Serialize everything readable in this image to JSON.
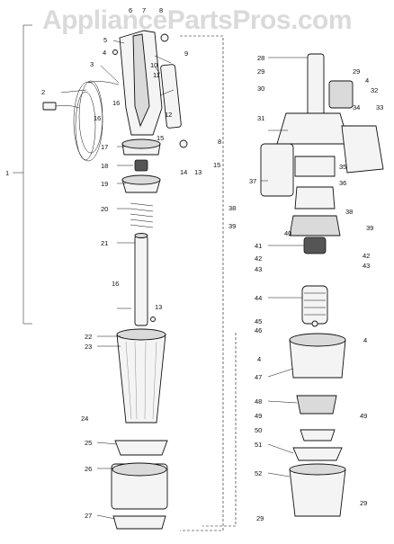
{
  "watermark": "AppliancePartsPros.com",
  "labels": [
    "1",
    "2",
    "3",
    "4",
    "5",
    "6",
    "7",
    "8",
    "9",
    "10",
    "11",
    "12",
    "13",
    "14",
    "15",
    "16",
    "17",
    "18",
    "19",
    "20",
    "21",
    "22",
    "23",
    "24",
    "25",
    "26",
    "27",
    "28",
    "29",
    "30",
    "31",
    "32",
    "33",
    "34",
    "35",
    "36",
    "37",
    "38",
    "39",
    "40",
    "41",
    "42",
    "43",
    "44",
    "45",
    "46",
    "47",
    "48",
    "49",
    "50",
    "51",
    "52"
  ],
  "colors": {
    "ink": "#111111",
    "paper": "#ffffff",
    "watermark": "#969696"
  }
}
